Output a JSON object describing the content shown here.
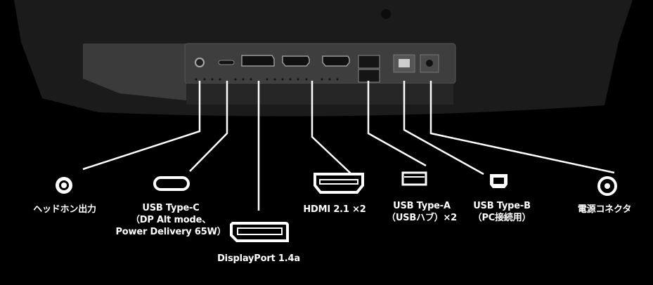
{
  "ports": [
    {
      "id": "headphone",
      "lines": [
        "ヘッドホン出力"
      ]
    },
    {
      "id": "usb-c",
      "lines": [
        "USB Type-C",
        "（DP Alt mode、",
        "Power Delivery 65W）"
      ]
    },
    {
      "id": "displayport",
      "lines": [
        "DisplayPort 1.4a"
      ]
    },
    {
      "id": "hdmi",
      "lines": [
        "HDMI 2.1 ×2"
      ]
    },
    {
      "id": "usb-a",
      "lines": [
        "USB Type-A",
        "（USBハブ）×2"
      ]
    },
    {
      "id": "usb-b",
      "lines": [
        "USB Type-B",
        "（PC接続用）"
      ]
    },
    {
      "id": "power",
      "lines": [
        "電源コネクタ"
      ]
    }
  ],
  "colors": {
    "background": "#000000",
    "monitor": "#1b1b1b",
    "panel": "#3a3a3a",
    "line": "#ffffff"
  }
}
